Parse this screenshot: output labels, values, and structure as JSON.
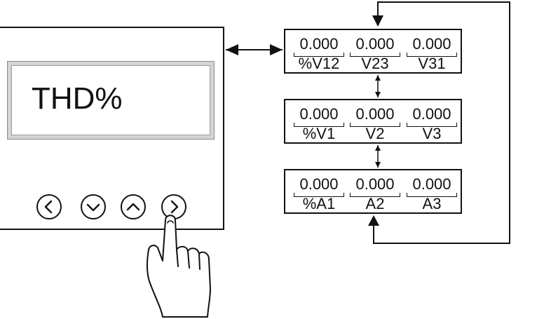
{
  "device": {
    "display_text": "THD%",
    "buttons": [
      {
        "name": "left-button",
        "icon": "chevron-left-icon"
      },
      {
        "name": "down-button",
        "icon": "chevron-down-icon"
      },
      {
        "name": "up-button",
        "icon": "chevron-up-icon"
      },
      {
        "name": "right-button",
        "icon": "chevron-right-icon"
      }
    ]
  },
  "screens": [
    {
      "name": "line-voltage-thd",
      "cells": [
        {
          "value": "0.000",
          "label": "%V12"
        },
        {
          "value": "0.000",
          "label": "V23"
        },
        {
          "value": "0.000",
          "label": "V31"
        }
      ]
    },
    {
      "name": "phase-voltage-thd",
      "cells": [
        {
          "value": "0.000",
          "label": "%V1"
        },
        {
          "value": "0.000",
          "label": "V2"
        },
        {
          "value": "0.000",
          "label": "V3"
        }
      ]
    },
    {
      "name": "current-thd",
      "cells": [
        {
          "value": "0.000",
          "label": "%A1"
        },
        {
          "value": "0.000",
          "label": "A2"
        },
        {
          "value": "0.000",
          "label": "A3"
        }
      ]
    }
  ]
}
